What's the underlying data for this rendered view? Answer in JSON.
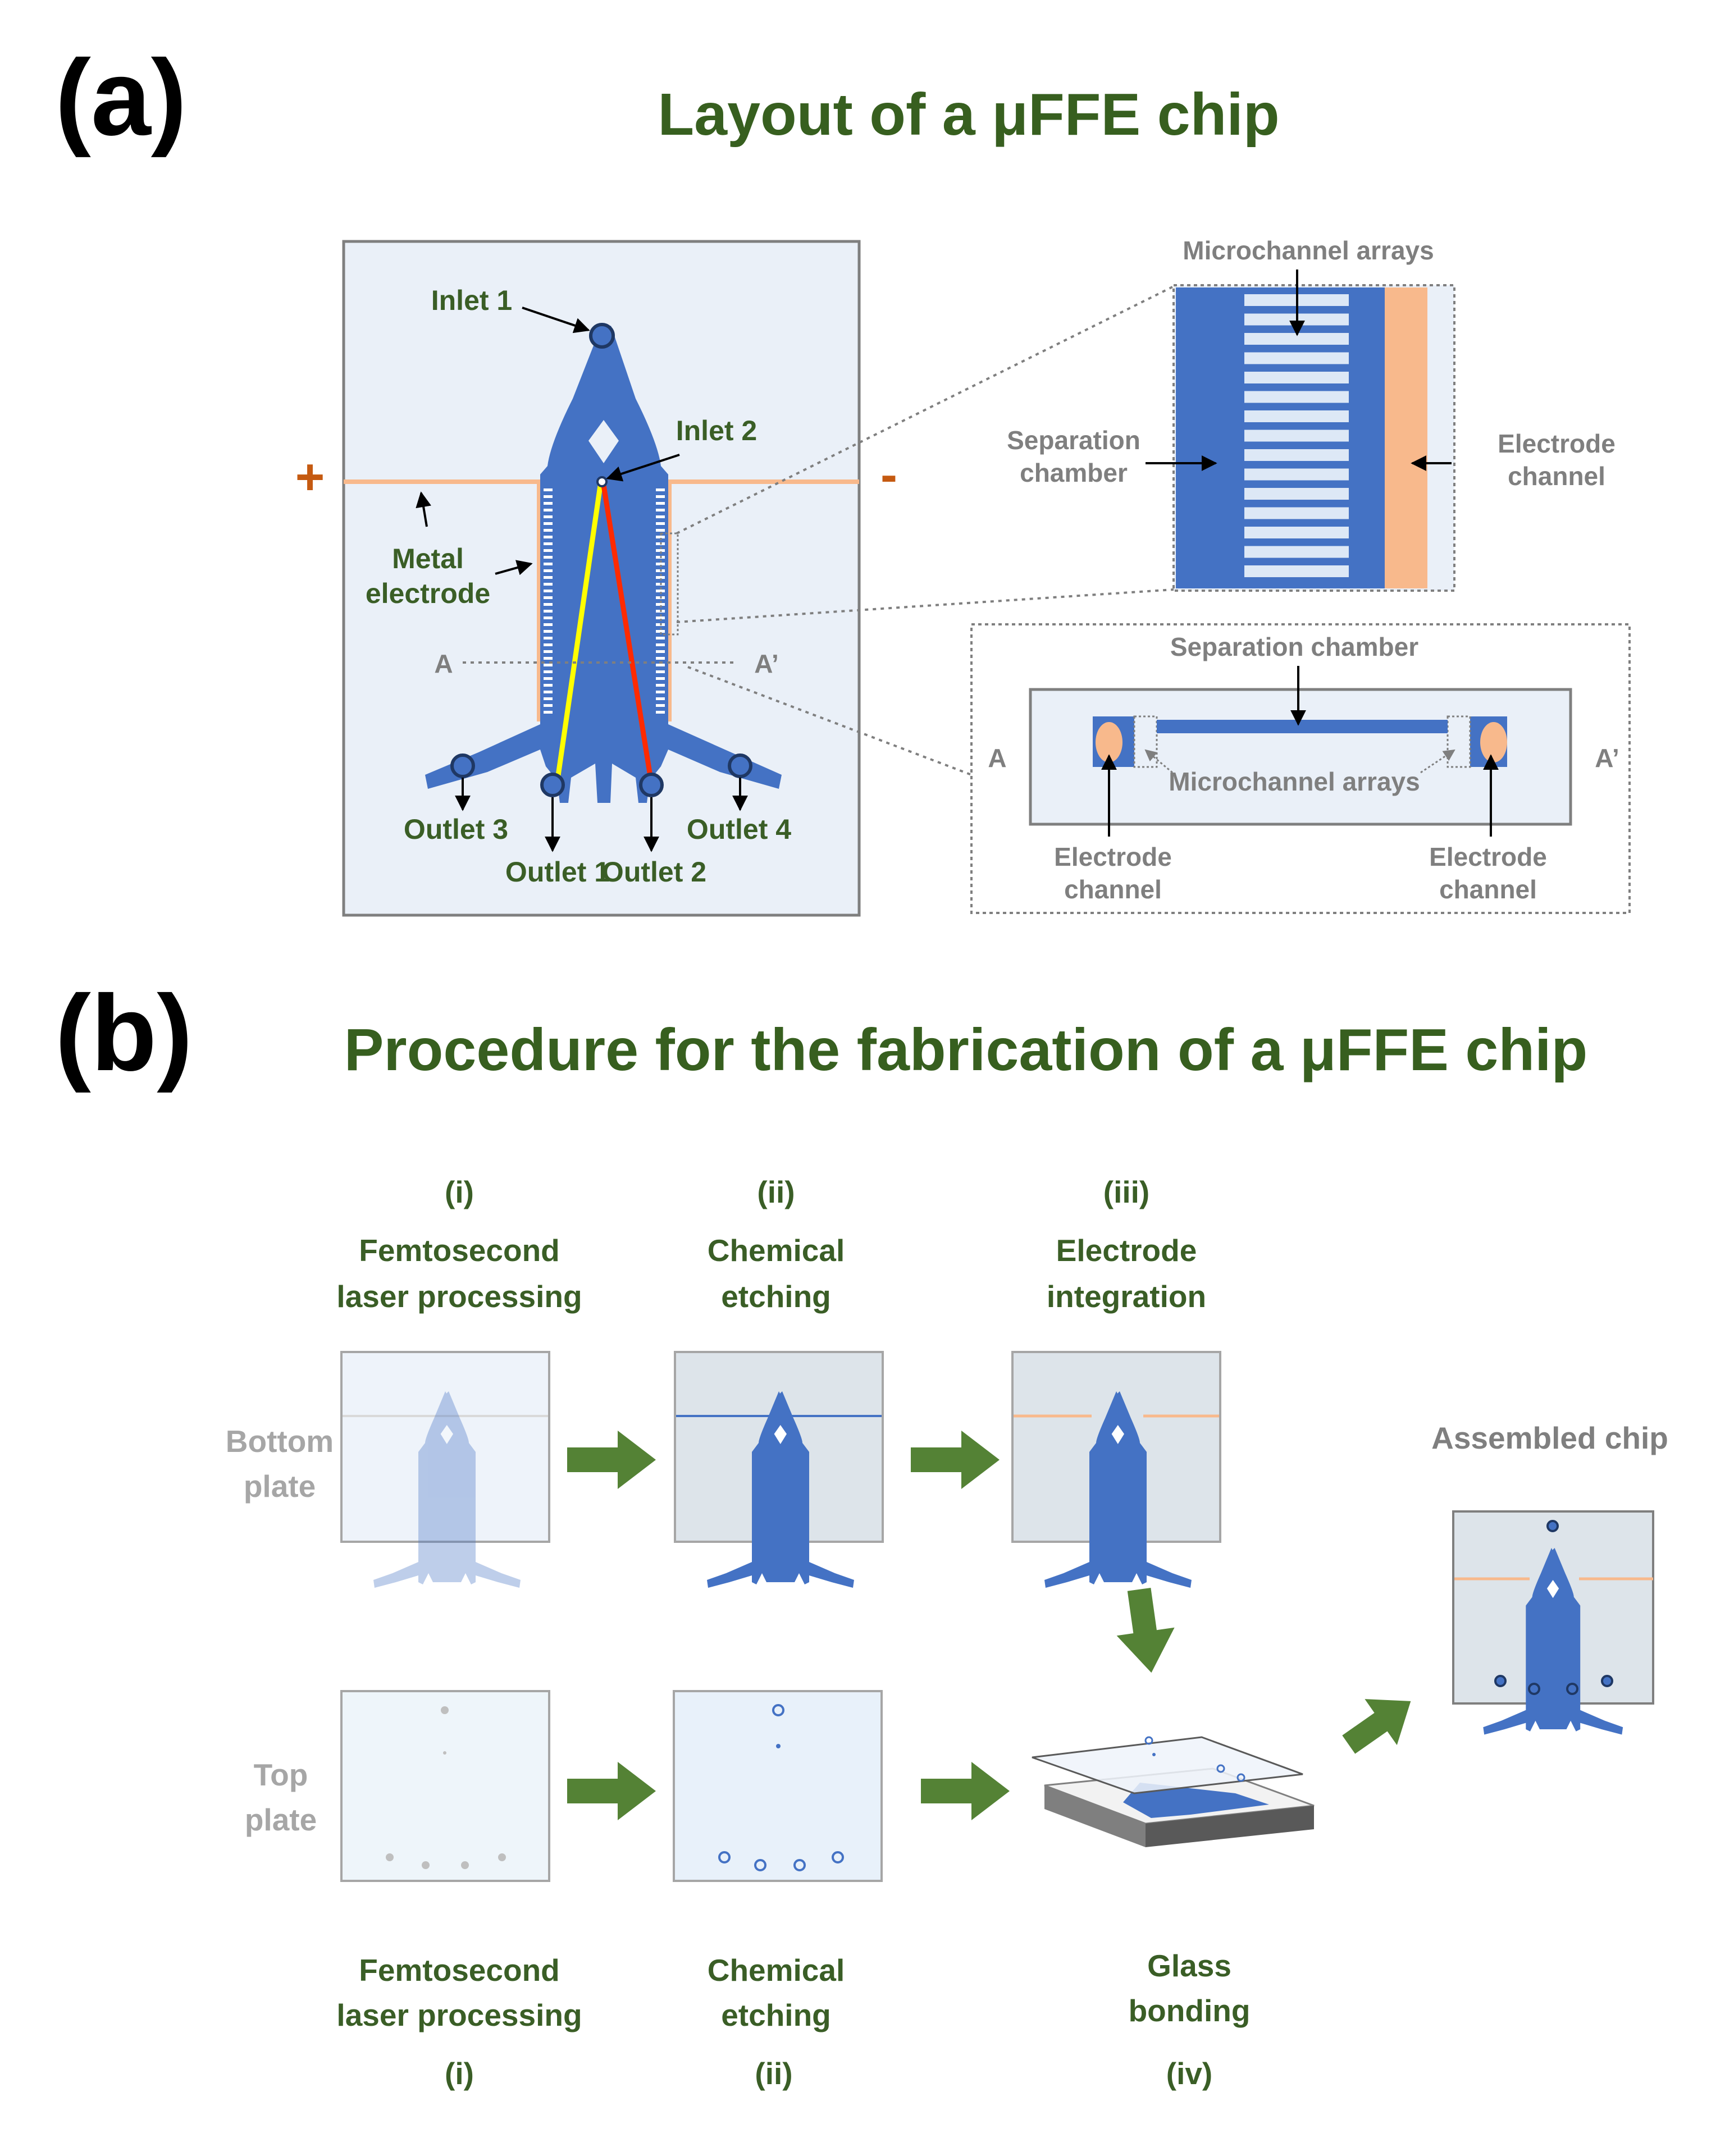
{
  "colors": {
    "title_green": "#375f1f",
    "label_green": "#3a5e26",
    "grey_label": "#7f7f7f",
    "chip_blue": "#4472c4",
    "chip_dark": "#1f3864",
    "electrode": "#f8b98c",
    "chip_bg": "#eaf0f8",
    "plate_bg": "#dde4ea",
    "arrow_green": "#548235",
    "plus_minus": "#c55a11",
    "line_yellow": "#ffff00",
    "line_red": "#ff2a00"
  },
  "panel_a": {
    "label": "(a)",
    "title": "Layout of a μFFE chip",
    "chip": {
      "inlet1": "Inlet 1",
      "inlet2": "Inlet 2",
      "plus": "+",
      "minus": "-",
      "metal_electrode_line1": "Metal",
      "metal_electrode_line2": "electrode",
      "section_a": "A",
      "section_a_prime": "A’",
      "outlet3": "Outlet 3",
      "outlet4": "Outlet 4",
      "outlet1": "Outlet 1",
      "outlet2": "Outlet 2"
    },
    "zoom_top": {
      "microchannel_arrays": "Microchannel arrays",
      "separation_chamber_line1": "Separation",
      "separation_chamber_line2": "chamber",
      "electrode_channel_line1": "Electrode",
      "electrode_channel_line2": "channel"
    },
    "cross_section": {
      "separation_chamber": "Separation chamber",
      "section_a": "A",
      "section_a_prime": "A’",
      "microchannel_arrays": "Microchannel arrays",
      "electrode_left_line1": "Electrode",
      "electrode_left_line2": "channel",
      "electrode_right_line1": "Electrode",
      "electrode_right_line2": "channel"
    }
  },
  "panel_b": {
    "label": "(b)",
    "title": "Procedure for the fabrication of a μFFE chip",
    "steps_top": [
      {
        "num": "(i)",
        "line1": "Femtosecond",
        "line2": "laser processing"
      },
      {
        "num": "(ii)",
        "line1": "Chemical",
        "line2": "etching"
      },
      {
        "num": "(iii)",
        "line1": "Electrode",
        "line2": "integration"
      }
    ],
    "bottom_plate_line1": "Bottom",
    "bottom_plate_line2": "plate",
    "top_plate_line1": "Top",
    "top_plate_line2": "plate",
    "assembled_chip": "Assembled chip",
    "steps_bottom": [
      {
        "num": "(i)",
        "line1": "Femtosecond",
        "line2": "laser processing"
      },
      {
        "num": "(ii)",
        "line1": "Chemical",
        "line2": "etching"
      },
      {
        "num": "(iv)",
        "line1": "Glass",
        "line2": "bonding"
      }
    ]
  }
}
